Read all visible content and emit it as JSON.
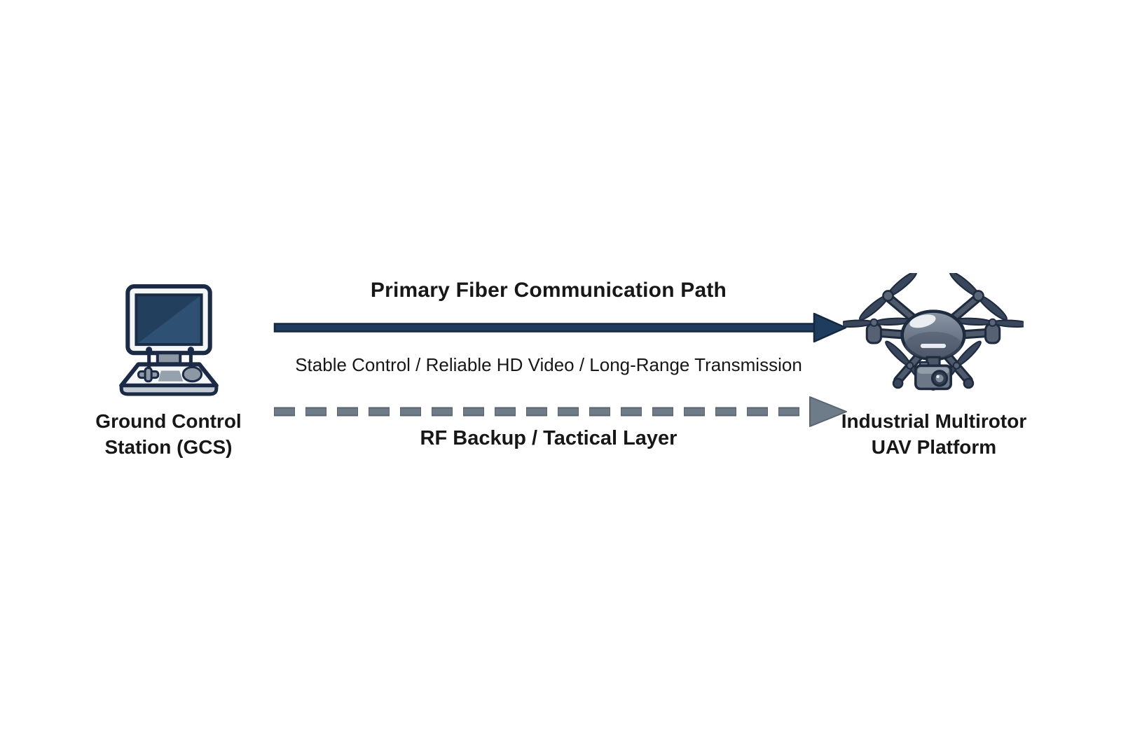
{
  "diagram": {
    "nodes": {
      "gcs": {
        "label_line1": "Ground Control",
        "label_line2": "Station (GCS)",
        "icon": "gcs-console-icon"
      },
      "uav": {
        "label_line1": "Industrial Multirotor",
        "label_line2": "UAV Platform",
        "icon": "hexacopter-drone-icon"
      }
    },
    "links": {
      "primary": {
        "label": "Primary Fiber Communication Path",
        "sublabel": "Stable Control / Reliable HD Video / Long-Range Transmission",
        "style": "solid",
        "direction": "gcs-to-uav"
      },
      "backup": {
        "label": "RF Backup / Tactical Layer",
        "style": "dashed",
        "direction": "gcs-to-uav"
      }
    },
    "colors": {
      "background": "#ffffff",
      "text": "#171717",
      "primary_arrow": "#1f3c5e",
      "primary_arrow_outline": "#14293f",
      "backup_arrow": "#6e7b88",
      "backup_arrow_outline": "#59646f"
    }
  }
}
